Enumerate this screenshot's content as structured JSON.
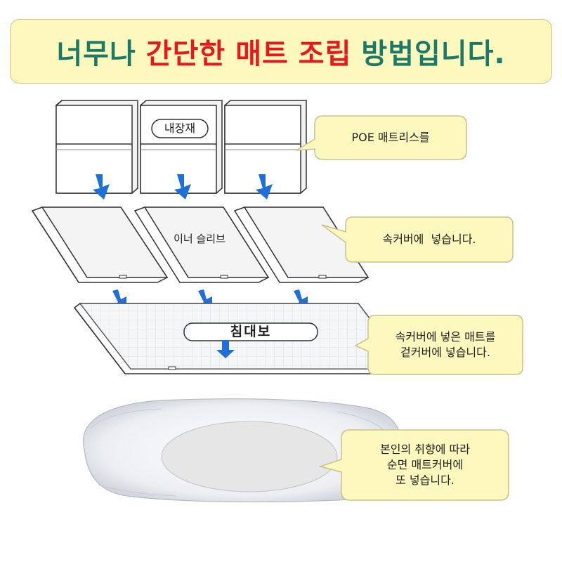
{
  "title": {
    "part1": "너무나",
    "part2": "간단한",
    "part3": "매트",
    "part4": "조립",
    "part5": "방법입니다.",
    "green_color": "#1b7a67",
    "red_color": "#e8171b"
  },
  "labels": {
    "inner_material": "내장재",
    "inner_sleeve": "이너 슬리브",
    "bed_cover": "침대보"
  },
  "callouts": {
    "step1": "POE 매트리스를",
    "step2": "속커버에  넣습니다.",
    "step3_line1": "속커버에 넣은 매트를",
    "step3_line2": "겉커버에 넣습니다.",
    "step4_line1": "본인의 취향에 따라",
    "step4_line2": "순면 매트커버에",
    "step4_line3": "또 넣습니다."
  },
  "colors": {
    "callout_fill": "#fdf8bd",
    "arrow_blue": "#1e6fd9"
  }
}
